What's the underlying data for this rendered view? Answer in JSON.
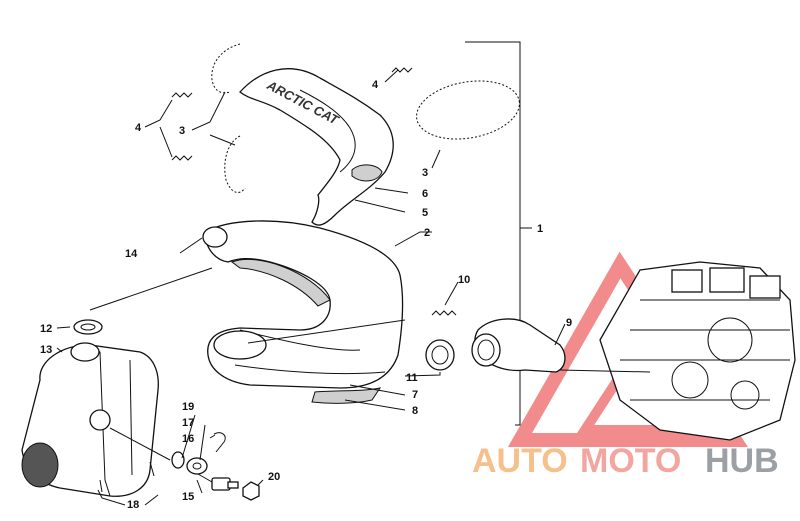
{
  "diagram": {
    "callouts": [
      "1",
      "2",
      "3",
      "3",
      "3",
      "4",
      "4",
      "4",
      "5",
      "6",
      "7",
      "8",
      "9",
      "10",
      "11",
      "12",
      "13",
      "14",
      "15",
      "16",
      "17",
      "18",
      "19",
      "20"
    ],
    "muffler_lettering": "ARCTIC CAT"
  },
  "watermark": {
    "word_1": "AUTO",
    "word_2": "MOTO",
    "word_3": "HUB",
    "colors": {
      "auto": "#f6c08b",
      "moto": "#f3a59f",
      "hub": "#9aa0a6",
      "logo": "#f07878"
    }
  }
}
